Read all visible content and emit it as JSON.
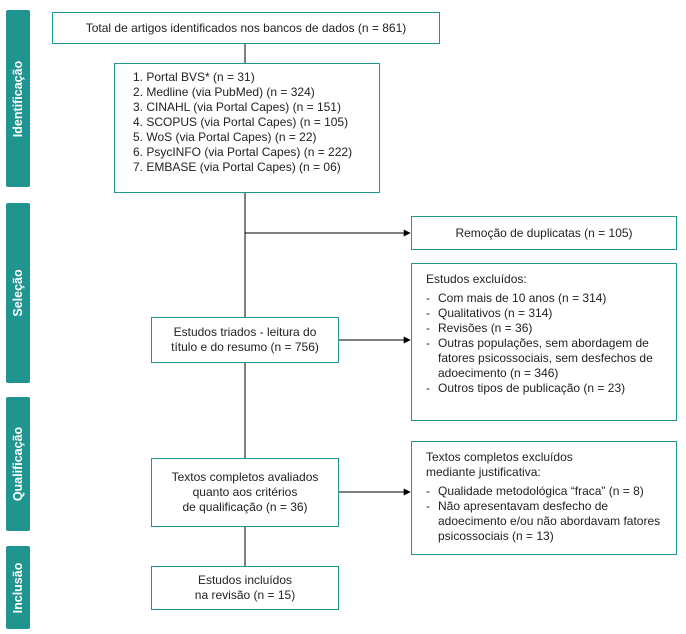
{
  "phases": {
    "identificacao": "Identificação",
    "selecao": "Seleção",
    "qualificacao": "Qualificação",
    "inclusao": "Inclusão"
  },
  "total": "Total de artigos identificados nos bancos de dados (n = 861)",
  "databases": [
    "1. Portal BVS* (n = 31)",
    "2. Medline (via PubMed) (n = 324)",
    "3. CINAHL (via Portal Capes) (n = 151)",
    "4. SCOPUS (via Portal Capes) (n = 105)",
    "5. WoS (via Portal Capes) (n = 22)",
    "6. PsycINFO (via Portal Capes) (n = 222)",
    "7. EMBASE (via Portal Capes) (n = 06)"
  ],
  "duplicates": "Remoção de duplicatas (n = 105)",
  "screened": [
    "Estudos triados - leitura do",
    "título e do resumo (n = 756)"
  ],
  "excluded": {
    "heading": "Estudos excluídos:",
    "items": [
      "Com mais de 10 anos (n = 314)",
      "Qualitativos (n = 314)",
      "Revisões (n = 36)",
      "Outras populações, sem abordagem de fatores psicossociais, sem desfechos de adoecimento (n = 346)",
      "Outros tipos de publicação (n = 23)"
    ]
  },
  "fulltext": [
    "Textos completos avaliados",
    "quanto aos critérios",
    "de qualificação (n = 36)"
  ],
  "fulltext_excluded": {
    "heading": [
      "Textos completos excluídos",
      "mediante justificativa:"
    ],
    "items": [
      "Qualidade metodológica “fraca” (n = 8)",
      "Não apresentavam desfecho de adoecimento e/ou não abordavam fatores psicossociais (n = 13)"
    ]
  },
  "included": [
    "Estudos incluídos",
    "na revisão (n = 15)"
  ],
  "colors": {
    "accent": "#20958f",
    "line": "#000000"
  }
}
